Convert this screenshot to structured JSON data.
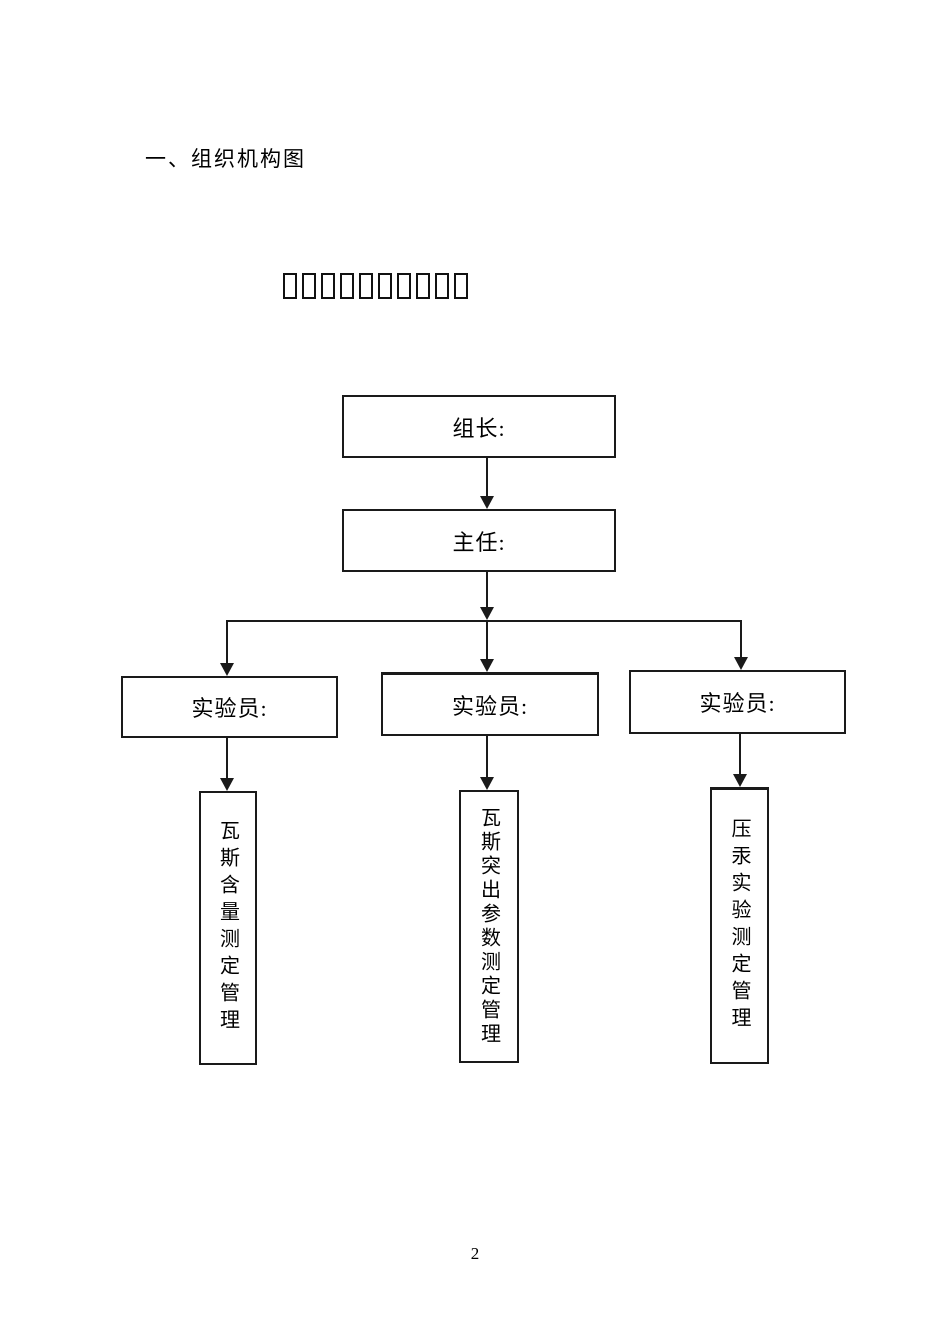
{
  "page": {
    "heading": "一、组织机构图",
    "missing_glyph_title": "□□□□□□□□□□",
    "page_number": "2"
  },
  "org_chart": {
    "leader": {
      "label": "组长:"
    },
    "director": {
      "label": "主任:"
    },
    "technicians": [
      {
        "label": "实验员:",
        "duty": "瓦斯含量测定管理"
      },
      {
        "label": "实验员:",
        "duty": "瓦斯突出参数测定管理"
      },
      {
        "label": "实验员:",
        "duty": "压汞实验测定管理"
      }
    ]
  }
}
